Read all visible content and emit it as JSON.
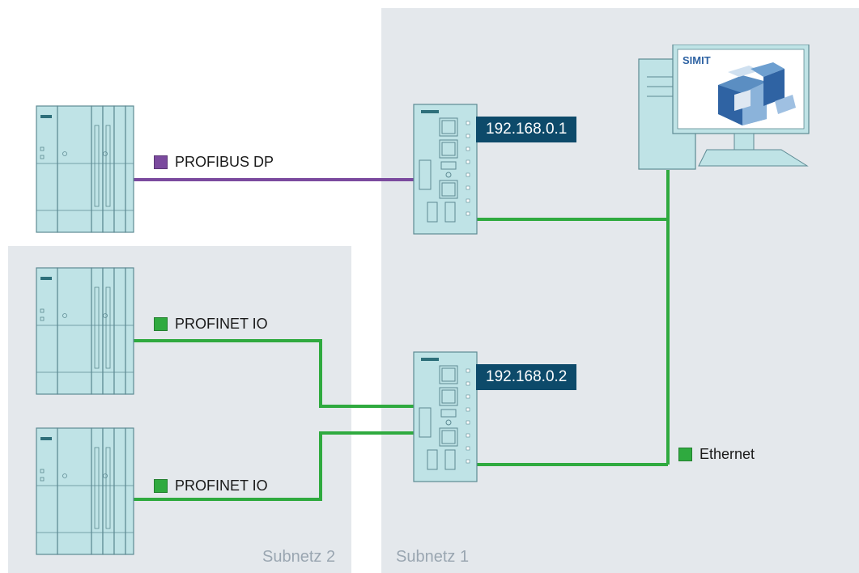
{
  "zones": {
    "subnet1_label": "Subnetz 1",
    "subnet2_label": "Subnetz 2"
  },
  "addresses": {
    "gateway1": "192.168.0.1",
    "gateway2": "192.168.0.2"
  },
  "legend": {
    "profibus": "PROFIBUS DP",
    "profinet_1": "PROFINET IO",
    "profinet_2": "PROFINET IO",
    "ethernet": "Ethernet"
  },
  "computer": {
    "screen_logo": "SIMIT"
  },
  "colors": {
    "profibus": "#7b4a9e",
    "profinet": "#2faa3f",
    "ethernet": "#2faa3f",
    "zone_fill": "#e4e8ec",
    "ip_label": "#0d4a6a",
    "device": "#bfe3e6"
  }
}
